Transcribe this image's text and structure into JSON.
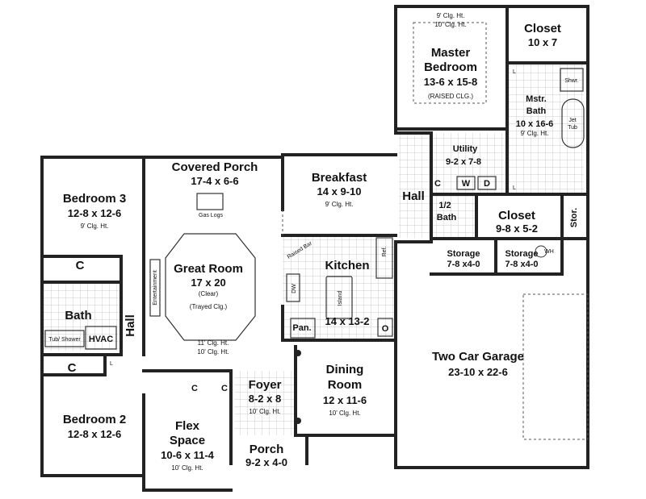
{
  "rooms": {
    "master": {
      "name_1": "Master",
      "name_2": "Bedroom",
      "dim": "13-6 x 15-8",
      "note": "(RAISED CLG.)",
      "clg_1": "9' Clg. Ht.",
      "clg_2": "10' Clg. Ht."
    },
    "closet_top": {
      "name": "Closet",
      "dim": "10 x 7"
    },
    "mstr_bath": {
      "name_1": "Mstr.",
      "name_2": "Bath",
      "dim": "10 x 16-6",
      "note": "9' Clg. Ht.",
      "shower": "Shwr.",
      "tub_1": "Jet",
      "tub_2": "Tub"
    },
    "utility": {
      "name": "Utility",
      "dim": "9-2  x 7-8",
      "w": "W",
      "d": "D"
    },
    "covered_porch": {
      "name": "Covered Porch",
      "dim": "17-4 x 6-6",
      "gas_logs": "Gas Logs"
    },
    "breakfast": {
      "name": "Breakfast",
      "dim": "14 x 9-10",
      "note": "9' Clg. Ht."
    },
    "bedroom3": {
      "name": "Bedroom 3",
      "dim": "12-8 x 12-6",
      "note": "9' Clg. Ht."
    },
    "great_room": {
      "name": "Great Room",
      "dim": "17 x 20",
      "note_1": "(Clear)",
      "note_2": "(Trayed Clg.)",
      "clg_1": "11' Clg. Ht.",
      "clg_2": "10' Clg. Ht.",
      "entertainment": "Entertainment"
    },
    "kitchen": {
      "name": "Kitchen",
      "dim": "14 x 13-2",
      "raised_bar": "Raised Bar",
      "island": "Island",
      "ref": "Ref.",
      "dw": "DW",
      "pan": "Pan.",
      "oven": "O"
    },
    "hall_right": {
      "name": "Hall"
    },
    "half_bath": {
      "name_1": "1/2",
      "name_2": "Bath"
    },
    "closet_mid": {
      "name": "Closet",
      "dim": "9-8 x 5-2"
    },
    "stor": {
      "name": "Stor."
    },
    "storage1": {
      "name": "Storage",
      "dim": "7-8 x4-0"
    },
    "storage2": {
      "name": "Storage",
      "dim": "7-8 x4-0",
      "wh": "WH"
    },
    "bath": {
      "name": "Bath",
      "tub": "Tub/ Shower",
      "hvac": "HVAC"
    },
    "hall_left": {
      "name": "Hall"
    },
    "garage": {
      "name": "Two Car Garage",
      "dim": "23-10 x 22-6"
    },
    "dining": {
      "name_1": "Dining",
      "name_2": "Room",
      "dim": "12 x 11-6",
      "note": "10' Clg. Ht."
    },
    "foyer": {
      "name": "Foyer",
      "dim": "8-2 x 8",
      "note": "10' Clg. Ht."
    },
    "flex": {
      "name_1": "Flex",
      "name_2": "Space",
      "dim": "10-6 x 11-4",
      "note": "10' Clg. Ht."
    },
    "bedroom2": {
      "name": "Bedroom 2",
      "dim": "12-8 x 12-6"
    },
    "porch": {
      "name": "Porch",
      "dim": "9-2 x 4-0"
    }
  },
  "labels": {
    "closet_c": "C",
    "linen_l": "L"
  }
}
